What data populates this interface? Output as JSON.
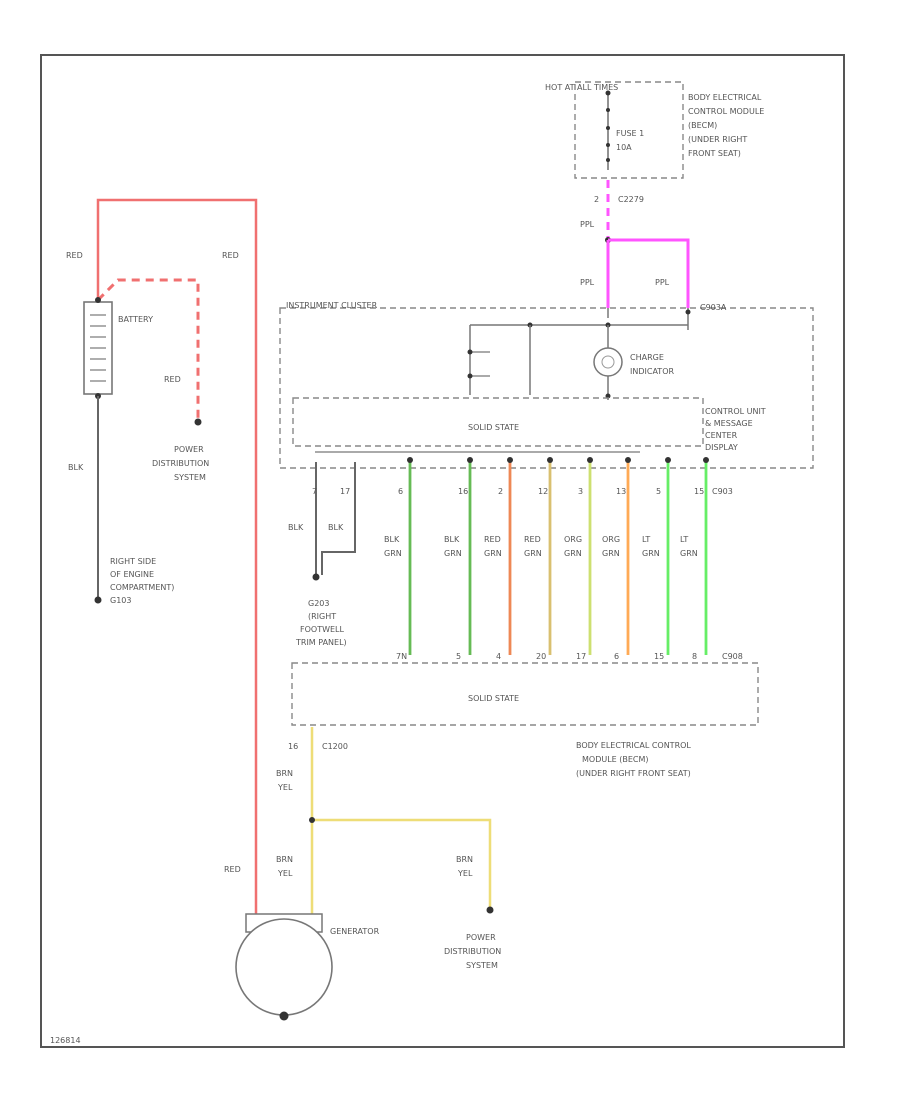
{
  "colors": {
    "red": "#f07070",
    "pink": "#ff55ff",
    "black": "#666666",
    "green": "#66bb55",
    "red_green": "#ee8855",
    "red_green_b": "#d9c070",
    "orange_green": "#cde070",
    "orange": "#ffaa55",
    "lt_green": "#66ee66",
    "brn_yel": "#eedd77"
  },
  "labels": {
    "hot_at_all_times": "HOT AT ALL TIMES",
    "fuse_label": "FUSE 1",
    "fuse_amps": "10A",
    "becm_top": "BODY ELECTRICAL CONTROL MODULE (BECM) (UNDER RIGHT FRONT SEAT)",
    "becm_top_lines": [
      "BODY ELECTRICAL",
      "CONTROL MODULE",
      "(BECM)",
      "(UNDER RIGHT",
      "FRONT SEAT)"
    ],
    "c2279_pin": "2",
    "c2279": "C2279",
    "ppl_top": "PPL",
    "ppl_left": "PPL",
    "ppl_right": "PPL",
    "instrument_cluster": "INSTRUMENT CLUSTER",
    "c903a": "C903A",
    "charge_indicator": [
      "CHARGE",
      "INDICATOR"
    ],
    "solid_state_top": "SOLID STATE",
    "control_unit": [
      "CONTROL UNIT",
      "& MESSAGE",
      "CENTER",
      "DISPLAY"
    ],
    "c903": "C903",
    "red_1": "RED",
    "red_2": "RED",
    "red_3": "RED",
    "red_4": "RED",
    "battery": "BATTERY",
    "blk_batt": "BLK",
    "power_dist_1": [
      "POWER",
      "DISTRIBUTION",
      "SYSTEM"
    ],
    "ground_1": [
      "RIGHT SIDE",
      "OF ENGINE",
      "COMPARTMENT)",
      "G103"
    ],
    "blk_a": "BLK",
    "blk_b": "BLK",
    "g203": [
      "G203",
      "(RIGHT",
      "FOOTWELL",
      "TRIM PANEL)"
    ],
    "c908": "C908",
    "solid_state_bottom": "SOLID STATE",
    "becm_bottom_lines": [
      "BODY ELECTRICAL CONTROL",
      "MODULE (BECM)",
      "(UNDER RIGHT FRONT SEAT)"
    ],
    "c1200_pin": "16",
    "c1200": "C1200",
    "brn_1": [
      "BRN",
      "YEL"
    ],
    "brn_2": [
      "BRN",
      "YEL"
    ],
    "brn_3": [
      "BRN",
      "YEL"
    ],
    "generator": "GENERATOR",
    "power_dist_2": [
      "POWER",
      "DISTRIBUTION",
      "SYSTEM"
    ],
    "code": "126814"
  },
  "wires": [
    {
      "top_pin": "6",
      "colors": [
        "BLK",
        "GRN"
      ],
      "bottom_pin": "7N",
      "color_key": "green"
    },
    {
      "top_pin": "16",
      "colors": [
        "BLK",
        "GRN"
      ],
      "bottom_pin": "5",
      "color_key": "green"
    },
    {
      "top_pin": "2",
      "colors": [
        "RED",
        "GRN"
      ],
      "bottom_pin": "4",
      "color_key": "red_green"
    },
    {
      "top_pin": "12",
      "colors": [
        "RED",
        "GRN"
      ],
      "bottom_pin": "20",
      "color_key": "red_green_b"
    },
    {
      "top_pin": "3",
      "colors": [
        "ORG",
        "GRN"
      ],
      "bottom_pin": "17",
      "color_key": "orange_green"
    },
    {
      "top_pin": "13",
      "colors": [
        "ORG",
        "GRN"
      ],
      "bottom_pin": "6",
      "color_key": "orange"
    },
    {
      "top_pin": "5",
      "colors": [
        "LT",
        "GRN"
      ],
      "bottom_pin": "15",
      "color_key": "lt_green"
    },
    {
      "top_pin": "15",
      "colors": [
        "LT",
        "GRN"
      ],
      "bottom_pin": "8",
      "color_key": "lt_green"
    }
  ],
  "ground_pins": [
    "7",
    "17"
  ]
}
